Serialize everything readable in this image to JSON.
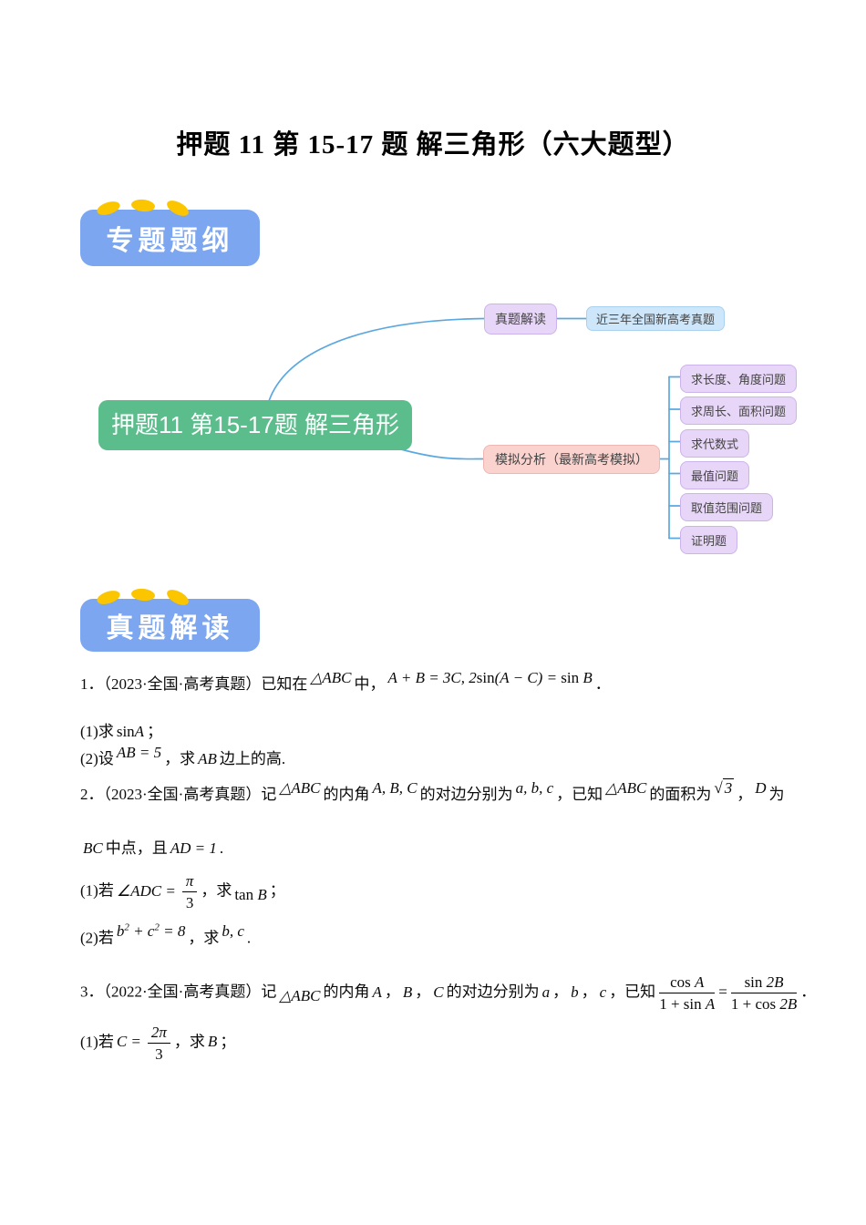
{
  "title": "押题 11 第 15-17 题 解三角形（六大题型）",
  "colors": {
    "badge_blue": "#7CA6F0",
    "badge_dot_yellow": "#FBC500",
    "root_green": "#5CBD8C",
    "node_purple": "#E7D6F7",
    "node_blue": "#CDE6F9",
    "node_pink": "#FAD2CE",
    "connector_blue": "#5BA8E0"
  },
  "badges": {
    "outline": "专题题纲",
    "review": "真题解读"
  },
  "mindmap": {
    "root": "押题11 第15-17题 解三角形",
    "branch_review": "真题解读",
    "branch_review_child": "近三年全国新高考真题",
    "branch_sim": "模拟分析（最新高考模拟）",
    "sim_children": [
      "求长度、角度问题",
      "求周长、面积问题",
      "求代数式",
      "最值问题",
      "取值范围问题",
      "证明题"
    ]
  },
  "problems": {
    "p1": {
      "l1": [
        "1．（2023·全国·高考真题）已知在",
        "△ABC",
        "中，",
        "A + B = 3C, 2",
        "sin",
        "(A − C) = ",
        "sin",
        " B",
        "．"
      ],
      "l2": [
        "(1)求",
        "sin",
        "A",
        "；"
      ],
      "l3": [
        "(2)设",
        "AB = 5",
        "，求",
        "AB",
        "边上的高."
      ]
    },
    "p2": {
      "l1": [
        "2．（2023·全国·高考真题）记",
        "△ABC",
        "的内角",
        "A, B, C",
        "的对边分别为",
        "a, b, c",
        "，已知",
        "△ABC",
        "的面积为",
        "√",
        "3",
        "，",
        "D",
        "为"
      ],
      "l2": [
        "BC",
        "中点，且",
        "AD = 1",
        "."
      ],
      "l3": {
        "pre": "(1)若",
        "m1": "∠ADC =",
        "frac_num": "π",
        "frac_den": "3",
        "mid": "，求",
        "fn": "tan",
        "m2": "B",
        "end": "；"
      },
      "l4": [
        "(2)若",
        "b",
        "2",
        " + c",
        "2",
        " = 8",
        "，求",
        "b, c",
        "."
      ]
    },
    "p3": {
      "l1": [
        "3．（2022·全国·高考真题）记",
        "△ABC",
        "的内角",
        "A",
        "，",
        "B",
        "，",
        "C",
        "的对边分别为",
        "a",
        "，",
        "b",
        "，",
        "c",
        "，已知"
      ],
      "frac1": {
        "nf": "cos",
        "nv": "A",
        "d1": "1 + ",
        "df": "sin",
        "dv": "A"
      },
      "eq": "=",
      "frac2": {
        "nf": "sin",
        "nv": "2B",
        "d1": "1 + ",
        "df": "cos",
        "dv": "2B"
      },
      "period": "．",
      "l2": {
        "pre": "(1)若",
        "m1": "C =",
        "frac_num": "2π",
        "frac_den": "3",
        "mid": "，求",
        "m2": "B",
        "end": "；"
      }
    }
  }
}
